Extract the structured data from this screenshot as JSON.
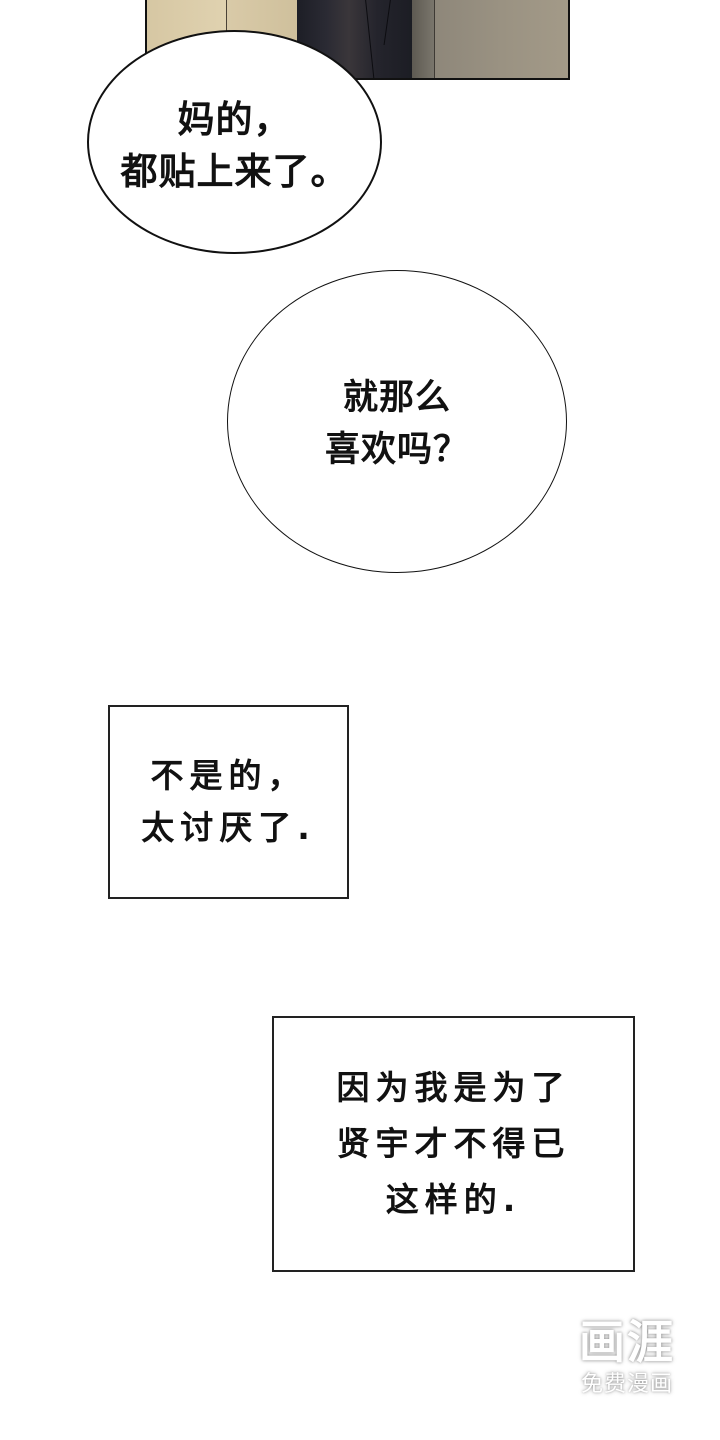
{
  "panels": {
    "top_panel": {
      "description": "Comic panel fragment: beige wall, dark-clothed figure, grey door"
    }
  },
  "speech_bubbles": [
    {
      "text": "妈的，\n都贴上来了。"
    },
    {
      "text": "就那么\n喜欢吗？"
    }
  ],
  "captions": [
    {
      "text": "不是的，\n太讨厌了."
    },
    {
      "text": "因为我是为了\n贤宇才不得已\n这样的."
    }
  ],
  "watermark": {
    "logo": "画涯",
    "subtitle": "免费漫画"
  },
  "colors": {
    "background": "#ffffff",
    "outline": "#111111",
    "wall": "#d8c9a8",
    "figure": "#1d1e26",
    "door": "#9a9282"
  }
}
